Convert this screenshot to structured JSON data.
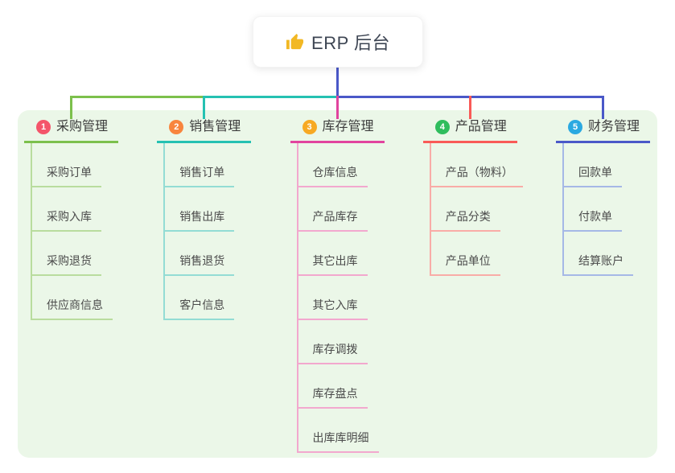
{
  "root": {
    "icon": "thumbs-up-icon",
    "label": "ERP 后台"
  },
  "theme": {
    "canvas_bg": "#ffffff",
    "panel_bg": "#ebf7e8",
    "root_connector_color": "#4a58c8",
    "title_color": "#3c3c3c",
    "item_color": "#4b4b4b",
    "root_text_color": "#3d4553",
    "thumb_color": "#f2b824"
  },
  "branches": [
    {
      "number": "1",
      "title": "采购管理",
      "badge_color": "#f4556a",
      "line_color": "#7cc04c",
      "item_line_color": "#b9dc9e",
      "items": [
        "采购订单",
        "采购入库",
        "采购退货",
        "供应商信息"
      ]
    },
    {
      "number": "2",
      "title": "销售管理",
      "badge_color": "#f8853e",
      "line_color": "#25c1b2",
      "item_line_color": "#93dcd4",
      "items": [
        "销售订单",
        "销售出库",
        "销售退货",
        "客户信息"
      ]
    },
    {
      "number": "3",
      "title": "库存管理",
      "badge_color": "#f7a923",
      "line_color": "#e1449e",
      "item_line_color": "#f2a8ce",
      "items": [
        "仓库信息",
        "产品库存",
        "其它出库",
        "其它入库",
        "库存调拨",
        "库存盘点",
        "出库库明细"
      ]
    },
    {
      "number": "4",
      "title": "产品管理",
      "badge_color": "#2fbd5d",
      "line_color": "#f95a57",
      "item_line_color": "#f9aca7",
      "items": [
        "产品（物料）",
        "产品分类",
        "产品单位"
      ]
    },
    {
      "number": "5",
      "title": "财务管理",
      "badge_color": "#2ba9e1",
      "line_color": "#4a58c8",
      "item_line_color": "#a5b8e6",
      "items": [
        "回款单",
        "付款单",
        "结算账户"
      ]
    }
  ]
}
